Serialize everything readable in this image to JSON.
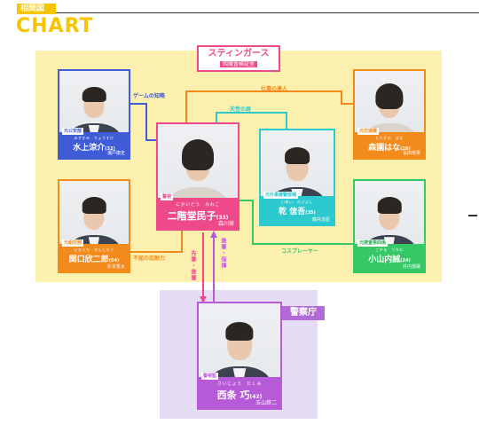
{
  "header": {
    "small_label": "相関図",
    "title": "CHART"
  },
  "groups": {
    "stingers": {
      "title": "スティンガース",
      "subtitle": "囮捜査検証室"
    },
    "police": {
      "title": "警察庁"
    }
  },
  "characters": {
    "mizukami": {
      "role": "元公安部",
      "ruby": "みずかみ　りょうすけ",
      "name": "水上涼介",
      "age": "(32)",
      "actor": "瀬戸康史"
    },
    "sekiguchi": {
      "role": "元組対部",
      "ruby": "せきぐち　きんじろう",
      "name": "関口欣二郎",
      "age": "(54)",
      "actor": "杉本哲太"
    },
    "nikaido": {
      "role": "警視",
      "ruby": "にかいどう　みわこ",
      "name": "二階堂民子",
      "age": "(33)",
      "actor": "森川葵"
    },
    "inui": {
      "role": "元外事課警部補",
      "ruby": "いぬい　のぶよし",
      "name": "乾 信吾",
      "age": "(35)",
      "actor": "藤井流星"
    },
    "morizono": {
      "role": "元交通課",
      "ruby": "もりぞの　はな",
      "name": "森園はな",
      "age": "(26)",
      "actor": "長田侑果"
    },
    "koyama": {
      "role": "元捜査第四係",
      "ruby": "こやま　うちわ",
      "name": "小山内誠",
      "age": "(24)",
      "actor": "井内悠陽"
    },
    "saijo": {
      "role": "警視監",
      "ruby": "さいじょう　たくみ",
      "name": "西条 巧",
      "age": "(42)",
      "actor": "玉山鉄二"
    }
  },
  "relations": {
    "game": "ゲームの知略",
    "work": "仕事の達人",
    "natural": "天性の肩",
    "stubborn": "不屈の忍耐力",
    "cosplay": "コスプレーヤー",
    "senior_junior": "先輩・後輩",
    "leader": "後輩・指揮"
  },
  "colors": {
    "yellow_bg": "#fbf0ae",
    "purple_bg": "#e6dcf3",
    "blue": "#3f5bd6",
    "orange": "#f28a1c",
    "pink": "#ee4a8a",
    "cyan": "#2cc9cf",
    "green": "#37c866",
    "purple": "#b65ad8",
    "brand": "#f6c400"
  }
}
